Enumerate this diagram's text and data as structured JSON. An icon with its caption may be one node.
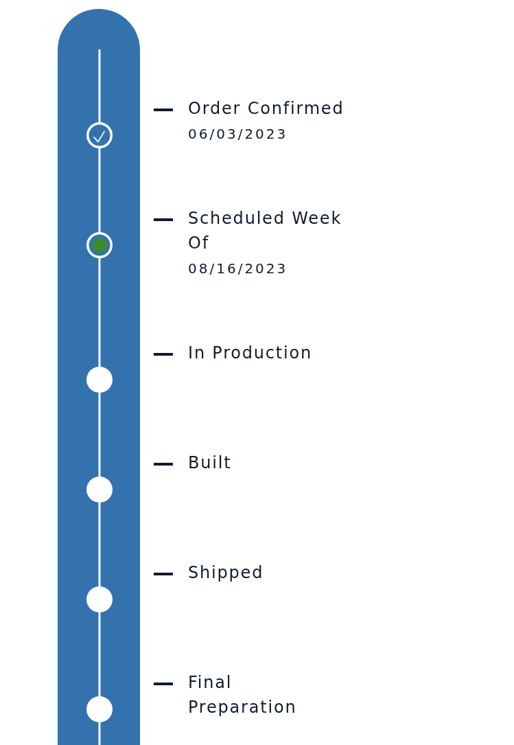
{
  "diagram": {
    "nodes": [
      {
        "text": [],
        "shape": "bar"
      },
      {
        "text": [],
        "shape": "circle",
        "in": 0
      },
      {
        "text": [],
        "shape": "circle",
        "in": 0
      },
      {
        "text": [],
        "shape": "circle",
        "in": 0
      },
      {
        "text": [],
        "shape": "circle",
        "in": 0
      },
      {
        "text": [],
        "shape": "circle",
        "in": 0
      },
      {
        "text": [],
        "shape": "circle",
        "in": 0
      }
    ],
    "edges": [
      {
        "from": null,
        "to": 1,
        "arrow": "none"
      },
      {
        "from": 1,
        "to": 2,
        "arrow": "none"
      },
      {
        "from": 2,
        "to": 3,
        "arrow": "none"
      },
      {
        "from": 3,
        "to": 4,
        "arrow": "none"
      },
      {
        "from": 4,
        "to": 5,
        "arrow": "none"
      },
      {
        "from": 5,
        "to": 6,
        "arrow": "none"
      },
      {
        "from": 6,
        "to": null,
        "arrow": "none"
      }
    ],
    "labels": [
      "Order Confirmed",
      "06/03/2023",
      "Scheduled Week Of",
      "08/16/2023",
      "In Production",
      "Built",
      "Shipped",
      "Final Preparation"
    ]
  }
}
